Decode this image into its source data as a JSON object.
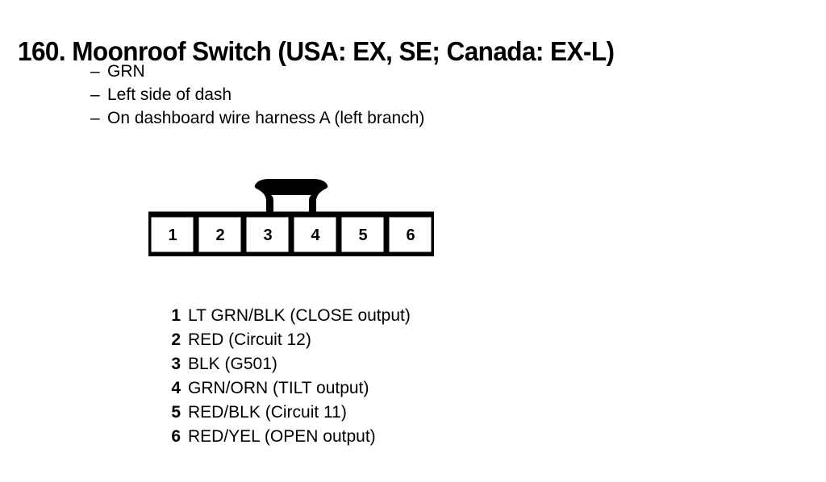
{
  "title": "160. Moonroof Switch (USA: EX, SE; Canada: EX-L)",
  "description": {
    "dash": "–",
    "items": [
      {
        "text": "GRN"
      },
      {
        "text": "Left side of dash"
      },
      {
        "text": "On dashboard wire harness A (left branch)"
      }
    ]
  },
  "connector": {
    "name": "6-cavity connector",
    "latch_icon": "connector-latch-tab",
    "cavity_count": 6,
    "cavities": [
      {
        "number": "1"
      },
      {
        "number": "2"
      },
      {
        "number": "3"
      },
      {
        "number": "4"
      },
      {
        "number": "5"
      },
      {
        "number": "6"
      }
    ]
  },
  "pins": [
    {
      "number": "1",
      "description": "LT GRN/BLK (CLOSE output)"
    },
    {
      "number": "2",
      "description": "RED (Circuit 12)"
    },
    {
      "number": "3",
      "description": "BLK (G501)"
    },
    {
      "number": "4",
      "description": "GRN/ORN (TILT output)"
    },
    {
      "number": "5",
      "description": "RED/BLK (Circuit 11)"
    },
    {
      "number": "6",
      "description": "RED/YEL (OPEN output)"
    }
  ],
  "colors": {
    "ink": "#000000",
    "paper": "#ffffff"
  }
}
